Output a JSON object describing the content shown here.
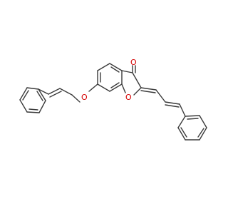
{
  "molecule": {
    "atoms": {
      "carbonyl_oxygen": {
        "label": "O",
        "color": "#d40000"
      },
      "ether_oxygen": {
        "label": "O",
        "color": "#d40000"
      },
      "ring_oxygen": {
        "label": "O",
        "color": "#d40000"
      }
    },
    "bond_color": "#3a3a3a"
  }
}
